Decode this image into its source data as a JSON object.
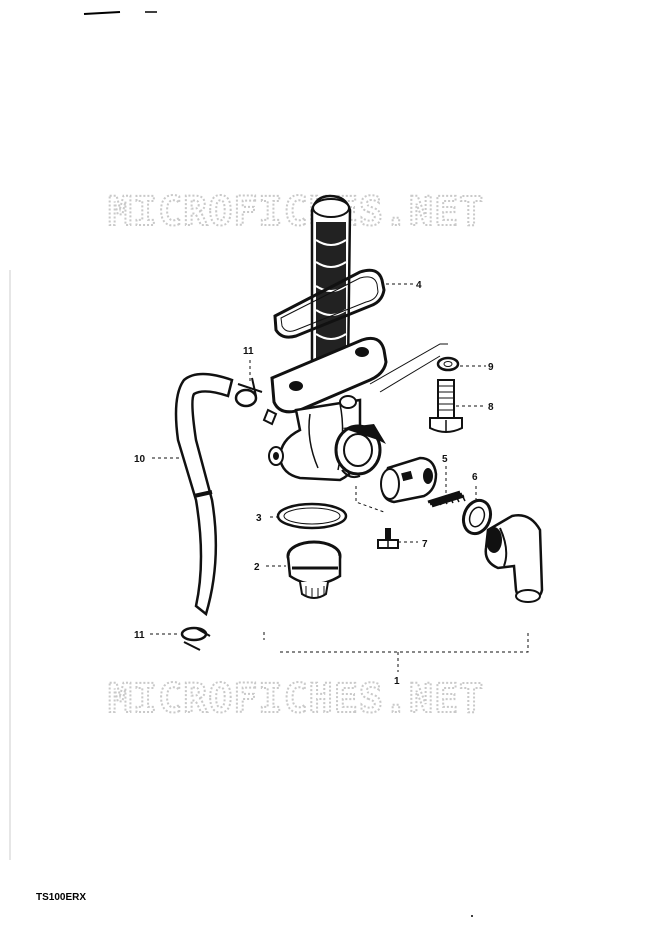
{
  "watermarks": [
    "MICROFICHES.NET",
    "MICROFICHES.NET"
  ],
  "model_label": "TS100ERX",
  "callouts": {
    "n1": "1",
    "n2": "2",
    "n3": "3",
    "n4": "4",
    "n5": "5",
    "n6": "6",
    "n7": "7",
    "n8": "8",
    "n9": "9",
    "n10": "10",
    "n11_top": "11",
    "n11_bottom": "11"
  },
  "icons": [
    "fuel-cock-body",
    "fuel-strainer",
    "o-ring",
    "fuel-cup",
    "fuel-hose",
    "hose-clip",
    "bolt",
    "washer",
    "lever",
    "spring",
    "gasket",
    "elbow-fitting",
    "screw"
  ]
}
